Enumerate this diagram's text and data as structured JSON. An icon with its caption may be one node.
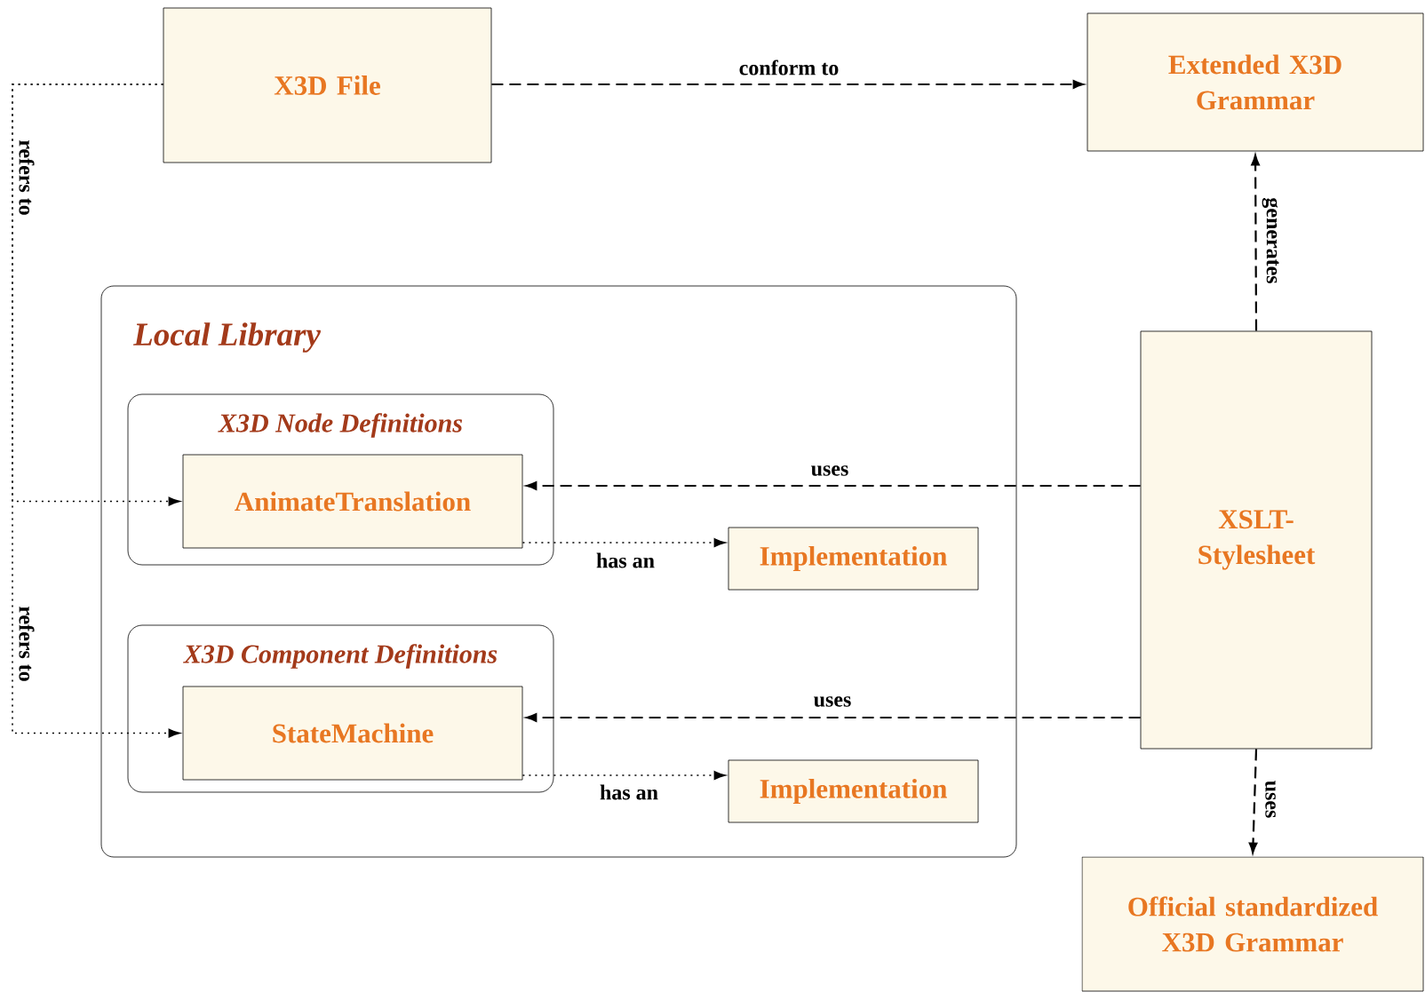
{
  "diagram": {
    "nodes": [
      {
        "text": [
          "X3D File"
        ]
      },
      {
        "text": [
          "Extended X3D Grammar"
        ]
      },
      {
        "text": [
          "Local Library"
        ]
      },
      {
        "text": [
          "X3D Node Definitions"
        ],
        "in": 2
      },
      {
        "text": [
          "AnimateTranslation"
        ],
        "in": 3
      },
      {
        "text": [
          "Implementation"
        ],
        "in": 2
      },
      {
        "text": [
          "X3D Component Definitions"
        ],
        "in": 2
      },
      {
        "text": [
          "StateMachine"
        ],
        "in": 6
      },
      {
        "text": [
          "Implementation"
        ],
        "in": 2
      },
      {
        "text": [
          "XSLT-Stylesheet"
        ]
      },
      {
        "text": [
          "Official standardized X3D Grammar"
        ]
      }
    ],
    "edges": [
      {
        "from": 0,
        "to": 1,
        "arrow": "to",
        "label": "conform to",
        "style": "dashed"
      },
      {
        "from": 9,
        "to": 1,
        "arrow": "to",
        "label": "generates",
        "style": "dashed"
      },
      {
        "from": 0,
        "to": 4,
        "arrow": "to",
        "label": "refers to"
      },
      {
        "from": 0,
        "to": 7,
        "arrow": "to",
        "label": "refers to"
      },
      {
        "from": 4,
        "to": 5,
        "arrow": "to",
        "label": "has an"
      },
      {
        "from": 7,
        "to": 8,
        "arrow": "to",
        "label": "has an"
      },
      {
        "from": 9,
        "to": 4,
        "arrow": "to",
        "label": "uses",
        "style": "dashed"
      },
      {
        "from": 9,
        "to": 7,
        "arrow": "to",
        "label": "uses",
        "style": "dashed"
      },
      {
        "from": 9,
        "to": 10,
        "arrow": "to",
        "label": "uses",
        "style": "dashed"
      }
    ]
  }
}
